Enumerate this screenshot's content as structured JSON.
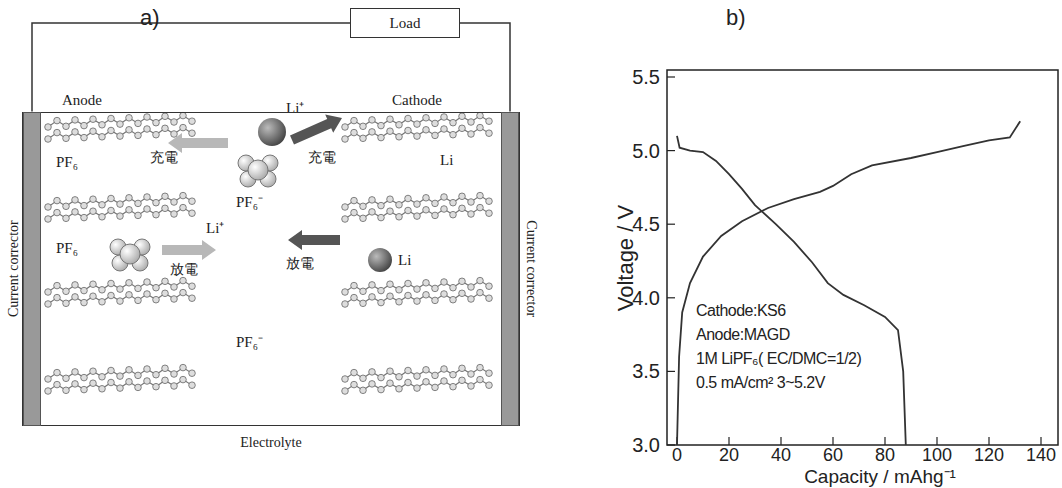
{
  "diagram": {
    "nodes": [
      {
        "text": [
          "Electrolyte"
        ]
      },
      {
        "text": [
          "Load"
        ]
      },
      {
        "text": [
          "Current corrector"
        ],
        "in": 0
      },
      {
        "text": [
          "Current corrector"
        ],
        "in": 0
      }
    ],
    "edges": [
      {
        "from": 1,
        "to": 2,
        "arrow": "none"
      },
      {
        "from": 1,
        "to": 3,
        "arrow": "none"
      }
    ],
    "labels": [
      "a)",
      "b)",
      "Anode",
      "Cathode",
      "Li⁺",
      "充電",
      "充電",
      "Li",
      "PF₆",
      "PF₆⁻",
      "Li⁺",
      "PF₆",
      "放電",
      "放電",
      "Li",
      "PF₆⁻",
      "5.5",
      "5.0",
      "4.5",
      "4.0",
      "3.5",
      "3.0",
      "0",
      "20",
      "40",
      "60",
      "80",
      "100",
      "120",
      "140",
      "Voltage / V",
      "Capacity / mAhg⁻¹",
      "Cathode:KS6",
      "Anode:MAGD",
      "1M LiPF₆( EC/DMC=1/2)",
      "0.5 mA/cm² 3~5.2V"
    ]
  }
}
